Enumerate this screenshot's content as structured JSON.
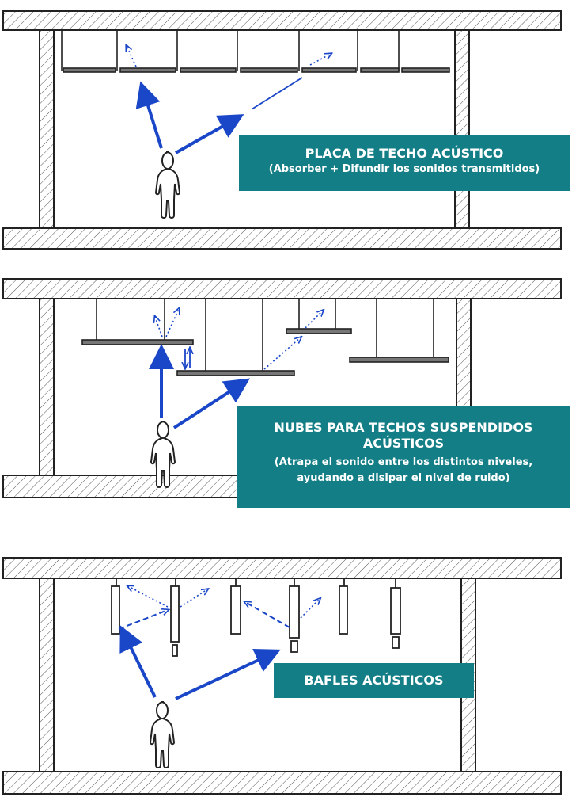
{
  "colors": {
    "accent": "#147e86",
    "arrow": "#1a46c8",
    "ink": "#222222",
    "label_text": "#ffffff"
  },
  "panels": [
    {
      "title": "PLACA DE TECHO ACÚSTICO",
      "subtitle": "(Absorber + Difundir los sonidos transmitidos)"
    },
    {
      "title": "NUBES PARA TECHOS SUSPENDIDOS ACÚSTICOS",
      "subtitle": "(Atrapa el sonido entre los distintos niveles, ayudando a disipar el nivel de ruido)"
    },
    {
      "title": "BAFLES ACÚSTICOS"
    }
  ]
}
